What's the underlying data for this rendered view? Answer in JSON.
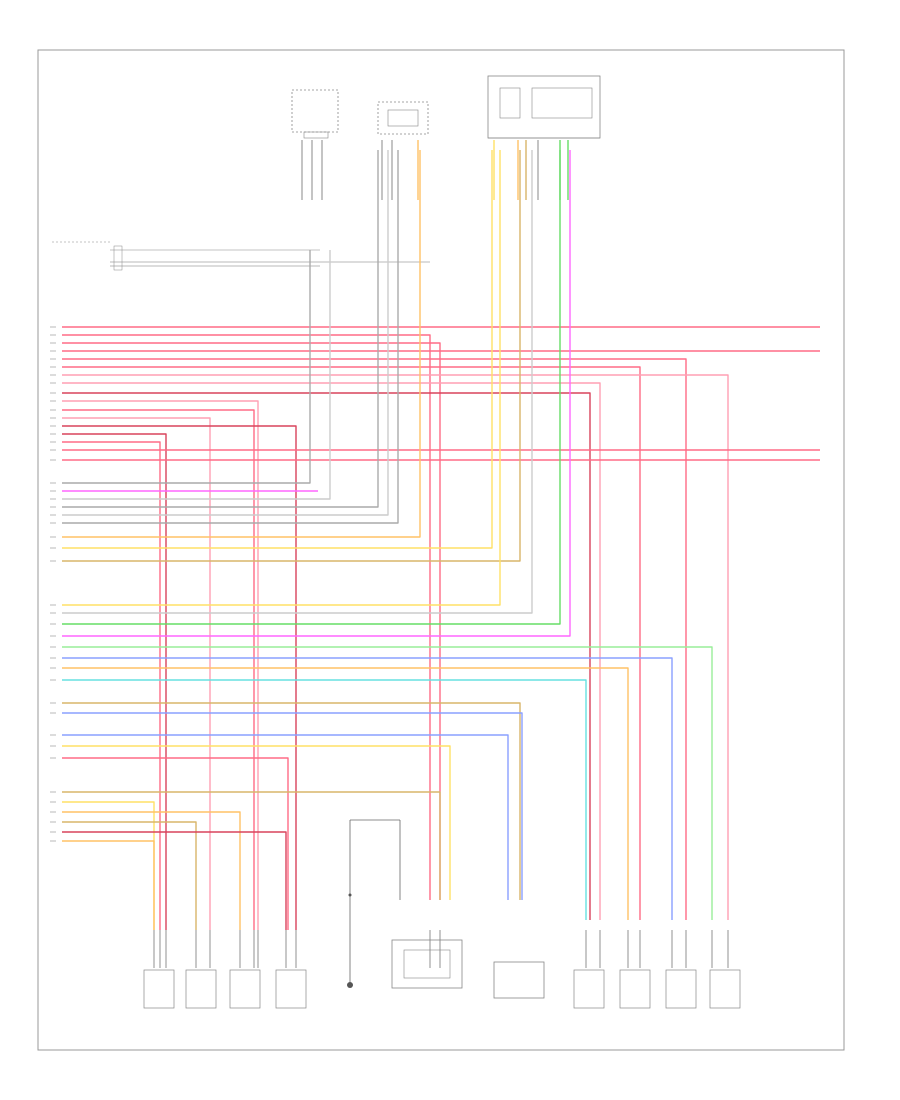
{
  "diagram": {
    "footer_id": "",
    "top_components": [
      {
        "id": "comp-a",
        "label": ""
      },
      {
        "id": "comp-b",
        "label": ""
      },
      {
        "id": "comp-c",
        "label": ""
      }
    ],
    "mid_left_block": {
      "label": ""
    },
    "mid_right_block": {
      "label": ""
    },
    "bottom_groups": [
      {
        "id": "left-injectors",
        "label": ""
      },
      {
        "id": "ground-point",
        "label": ""
      },
      {
        "id": "center-module",
        "label": ""
      },
      {
        "id": "center-sensor",
        "label": ""
      },
      {
        "id": "right-injectors",
        "label": ""
      }
    ],
    "wire_colors": {
      "red": "#ff6b86",
      "red_dark": "#d9435c",
      "pink": "#ff9fb4",
      "magenta": "#ff66ff",
      "yellow": "#ffe066",
      "orange": "#ffc266",
      "tan": "#d8b56a",
      "green": "#66dd66",
      "lightgreen": "#99ee99",
      "blue": "#8aa0ff",
      "cyan": "#66e0e0",
      "gray": "#aaaaaa",
      "lightgray": "#cccccc",
      "brown": "#9a6a4a",
      "black": "#555555"
    }
  }
}
